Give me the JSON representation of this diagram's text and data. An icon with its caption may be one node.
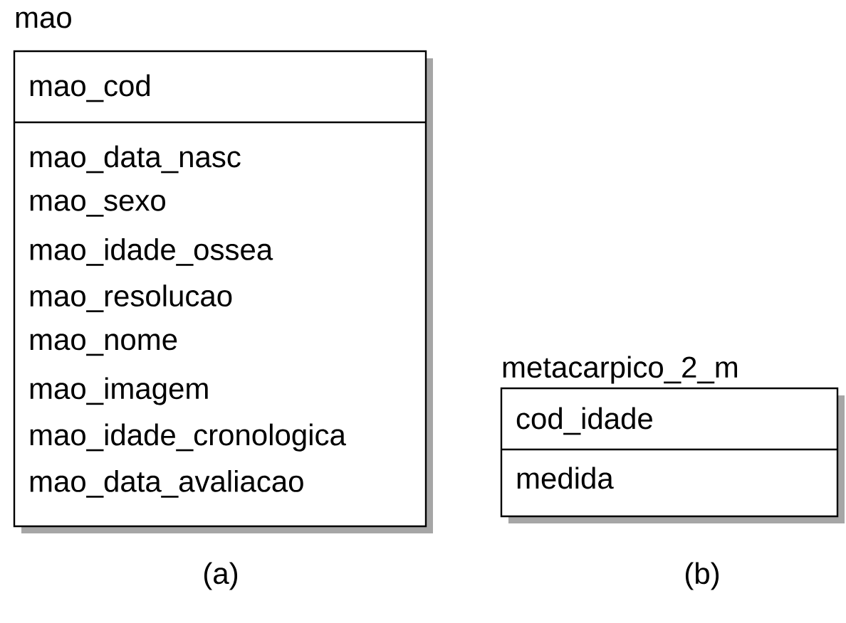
{
  "diagram": {
    "nodes": [
      {
        "text": [
          "mao",
          "mao_cod",
          "mao_data_nasc",
          "mao_sexo",
          "mao_idade_ossea",
          "mao_resolucao",
          "mao_nome",
          "mao_imagem",
          "mao_idade_cronologica",
          "mao_data_avaliacao"
        ]
      },
      {
        "text": [
          "metacarpico_2_m",
          "cod_idade",
          "medida"
        ]
      }
    ],
    "labels": [
      "(a)",
      "(b)"
    ]
  }
}
